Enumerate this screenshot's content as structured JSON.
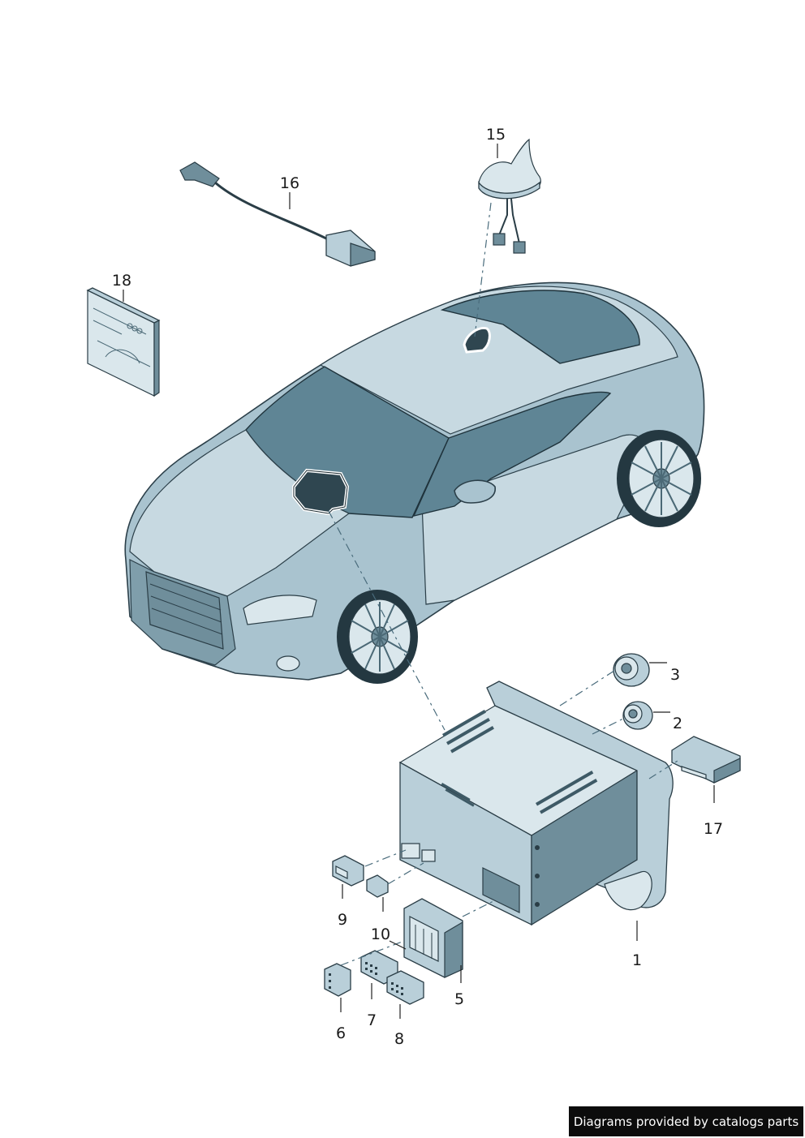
{
  "callouts": {
    "c1": "1",
    "c2": "2",
    "c3": "3",
    "c5": "5",
    "c6": "6",
    "c7": "7",
    "c8": "8",
    "c9": "9",
    "c10": "10",
    "c15": "15",
    "c16": "16",
    "c17": "17",
    "c18": "18"
  },
  "footer": {
    "text": "Diagrams provided by catalogs parts"
  },
  "colors": {
    "part_fill": "#a9c3cf",
    "glass": "#5f8595",
    "outline": "#2b3f49",
    "footer_bg": "#0c0c0c"
  }
}
